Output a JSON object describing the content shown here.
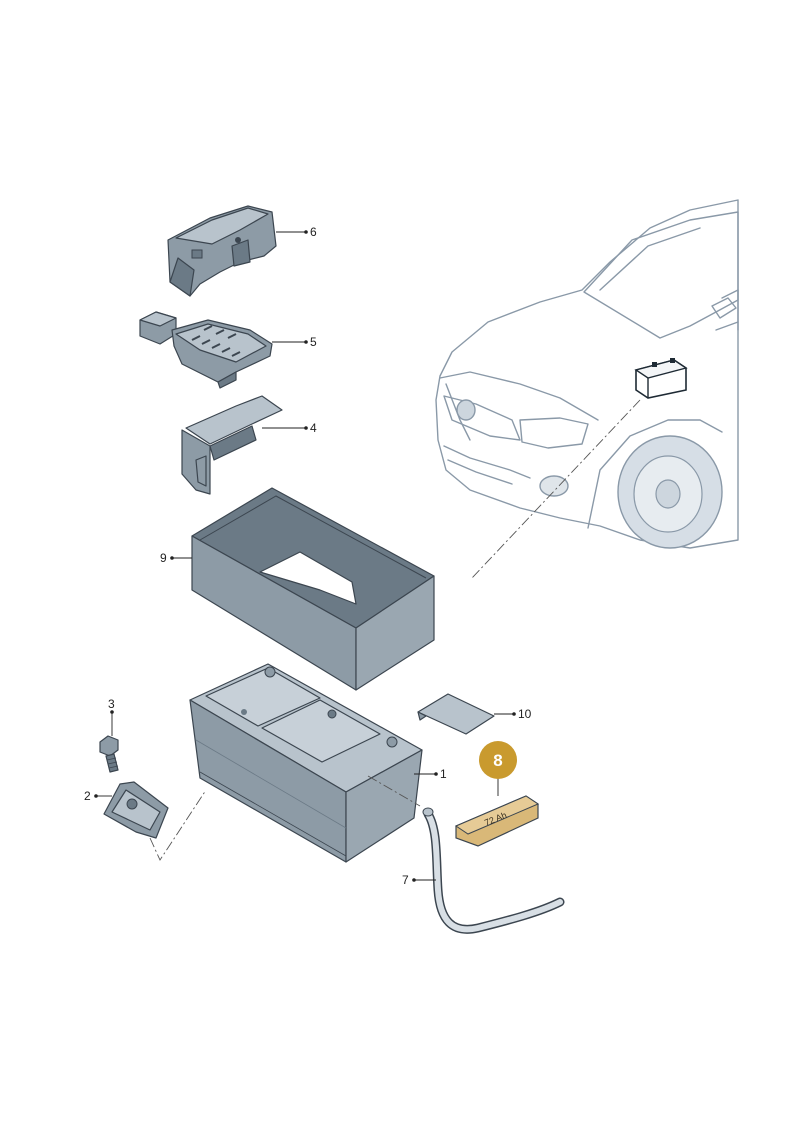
{
  "callouts": {
    "p1": "1",
    "p2": "2",
    "p3": "3",
    "p4": "4",
    "p5": "5",
    "p6": "6",
    "p7": "7",
    "p8": "8",
    "p9": "9",
    "p10": "10"
  },
  "label_tag_text": "72 Ah",
  "colors": {
    "part_fill": "#8d9ba6",
    "part_dark": "#6b7a86",
    "part_light": "#b8c3cc",
    "car_fill": "#e2e8ee",
    "highlight_badge": "#c99a2e",
    "highlight_label": "#d9b878",
    "callout_text": "#222222"
  },
  "icons": {
    "battery_on_car": "battery-icon"
  }
}
